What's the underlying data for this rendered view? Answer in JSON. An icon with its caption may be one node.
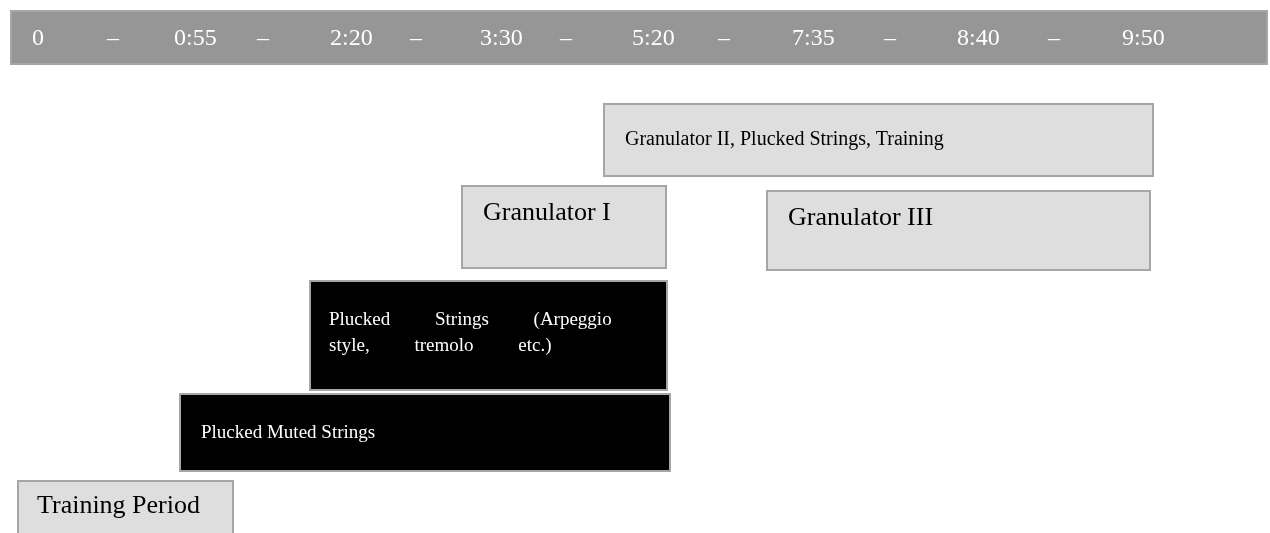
{
  "diagram": {
    "nodes": [
      {
        "text": [
          "0",
          "–",
          "0:55",
          "–",
          "2:20",
          "–",
          "3:30",
          "–",
          "5:20",
          "–",
          "7:35",
          "–",
          "8:40",
          "–",
          "9:50"
        ]
      },
      {
        "text": [
          "Granulator II, Plucked Strings, Training"
        ]
      },
      {
        "text": [
          "Granulator I"
        ]
      },
      {
        "text": [
          "Granulator III"
        ]
      },
      {
        "text": [
          "Plucked Strings (Arpeggio style, tremolo etc.)"
        ]
      },
      {
        "text": [
          "Plucked Muted Strings"
        ]
      },
      {
        "text": [
          "Training Period"
        ]
      }
    ]
  }
}
